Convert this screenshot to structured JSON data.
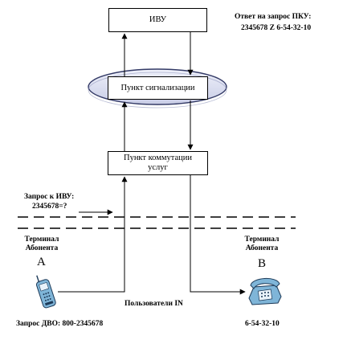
{
  "nodes": {
    "ivu": "ИВУ",
    "signal_point": "Пункт сигнализации",
    "switch_point": "Пункт коммутации\nуслуг"
  },
  "labels": {
    "answer_title": "Ответ на запрос ПКУ:",
    "answer_value": "2345678  Z 6-54-32-10",
    "request_title": "Запрос к ИВУ:",
    "request_value": "2345678=?",
    "terminal_a": "Терминал\nАбонента",
    "terminal_a_letter": "A",
    "terminal_b": "Терминал\nАбонента",
    "terminal_b_letter": "B",
    "users_in": "Пользователи IN",
    "request_dvo": "Запрос ДВО: 800-2345678",
    "b_number": "6-54-32-10"
  },
  "colors": {
    "ellipse_fill": "#dcdff0",
    "ellipse_stroke": "#333a66",
    "phone_fill": "#7fb5d8",
    "line": "#000000"
  },
  "icons": [
    "mobile-phone-icon",
    "desk-phone-icon"
  ]
}
